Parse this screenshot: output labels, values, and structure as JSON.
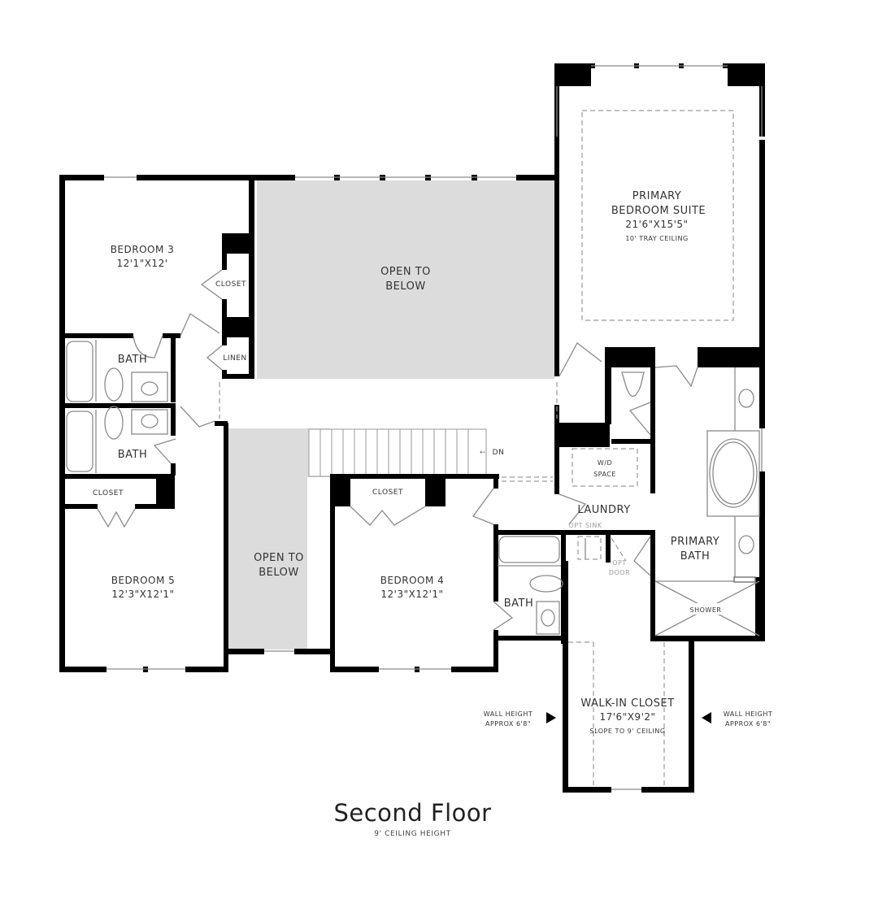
{
  "floor": {
    "title": "Second Floor",
    "subtitle": "9' CEILING HEIGHT"
  },
  "rooms": {
    "primary_suite": {
      "name_line1": "PRIMARY",
      "name_line2": "BEDROOM SUITE",
      "size": "21'6\"X15'5\"",
      "note": "10' TRAY CEILING"
    },
    "bedroom3": {
      "name": "BEDROOM 3",
      "size": "12'1\"X12'"
    },
    "bedroom4": {
      "name": "BEDROOM 4",
      "size": "12'3\"X12'1\""
    },
    "bedroom5": {
      "name": "BEDROOM 5",
      "size": "12'3\"X12'1\""
    },
    "open_to_below_main": {
      "line1": "OPEN TO",
      "line2": "BELOW"
    },
    "open_to_below_side": {
      "line1": "OPEN TO",
      "line2": "BELOW"
    },
    "bath_upper": {
      "name": "BATH"
    },
    "bath_lower": {
      "name": "BATH"
    },
    "bath_bed4": {
      "name": "BATH"
    },
    "closet_bed3": {
      "name": "CLOSET"
    },
    "linen": {
      "name": "LINEN"
    },
    "closet_bed5": {
      "name": "CLOSET"
    },
    "closet_bed4": {
      "name": "CLOSET"
    },
    "laundry": {
      "name": "LAUNDRY",
      "wd": "W/D",
      "wd2": "SPACE",
      "opt_sink": "OPT SINK",
      "opt_door1": "OPT",
      "opt_door2": "DOOR"
    },
    "primary_bath": {
      "name_line1": "PRIMARY",
      "name_line2": "BATH",
      "shower": "SHOWER"
    },
    "walkin_closet": {
      "name": "WALK-IN CLOSET",
      "size": "17'6\"X9'2\"",
      "note": "SLOPE TO 9' CEILING"
    }
  },
  "stairs": {
    "direction_label": "DN"
  },
  "annotations": {
    "wall_height_left_1": "WALL HEIGHT",
    "wall_height_left_2": "APPROX 6'8\"",
    "wall_height_right_1": "WALL HEIGHT",
    "wall_height_right_2": "APPROX 6'8\""
  },
  "colors": {
    "wall": "#000000",
    "open_to_below": "#dcdcdc",
    "fixture": "#8a8a8a",
    "text": "#333333"
  }
}
